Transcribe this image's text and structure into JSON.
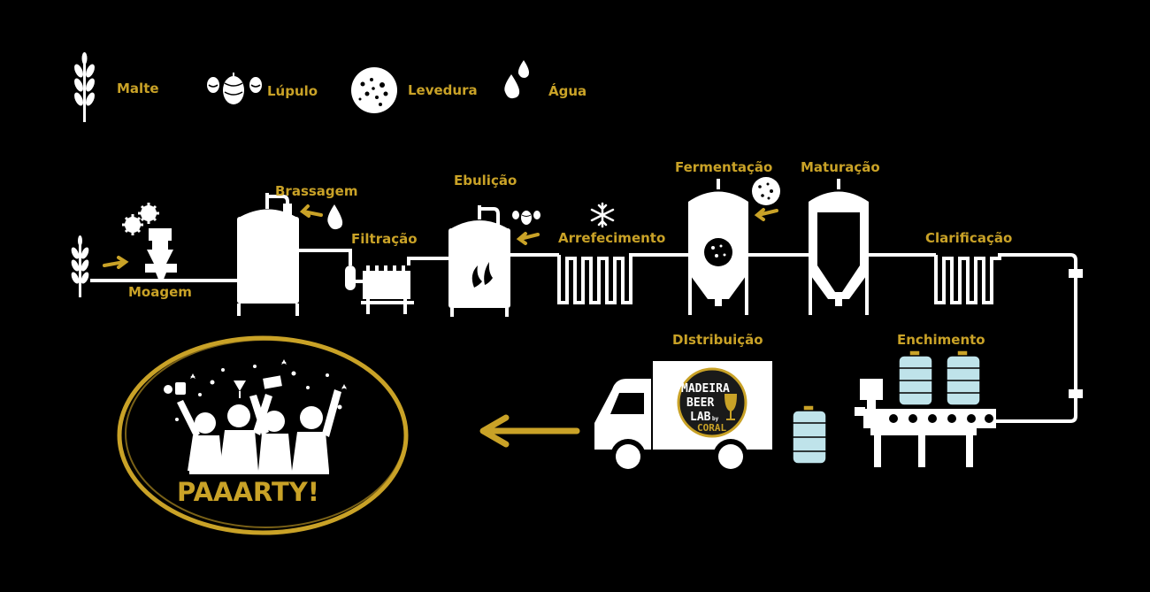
{
  "colors": {
    "background": "#000000",
    "icon": "#ffffff",
    "accent": "#c9a227",
    "keg": "#bfe3ea"
  },
  "legend": {
    "malt": "Malte",
    "hops": "Lúpulo",
    "yeast": "Levedura",
    "water": "Água"
  },
  "steps": {
    "milling": "Moagem",
    "mashing": "Brassagem",
    "filtration": "Filtração",
    "boiling": "Ebulição",
    "cooling": "Arrefecimento",
    "fermentation": "Fermentação",
    "maturation": "Maturação",
    "clarification": "Clarificação",
    "filling": "Enchimento",
    "distribution": "DIstribuição"
  },
  "logo": {
    "line1": "MADEIRA",
    "line2": "BEER",
    "line3": "LAB",
    "by": "by",
    "brand": "CORAL"
  },
  "party": "PAAARTY!",
  "icons": [
    "wheat-icon",
    "hops-icon",
    "yeast-icon",
    "water-drop-icon",
    "snowflake-icon",
    "flame-icon",
    "arrow-icon",
    "truck-icon",
    "keg-icon",
    "people-celebrating-icon"
  ]
}
